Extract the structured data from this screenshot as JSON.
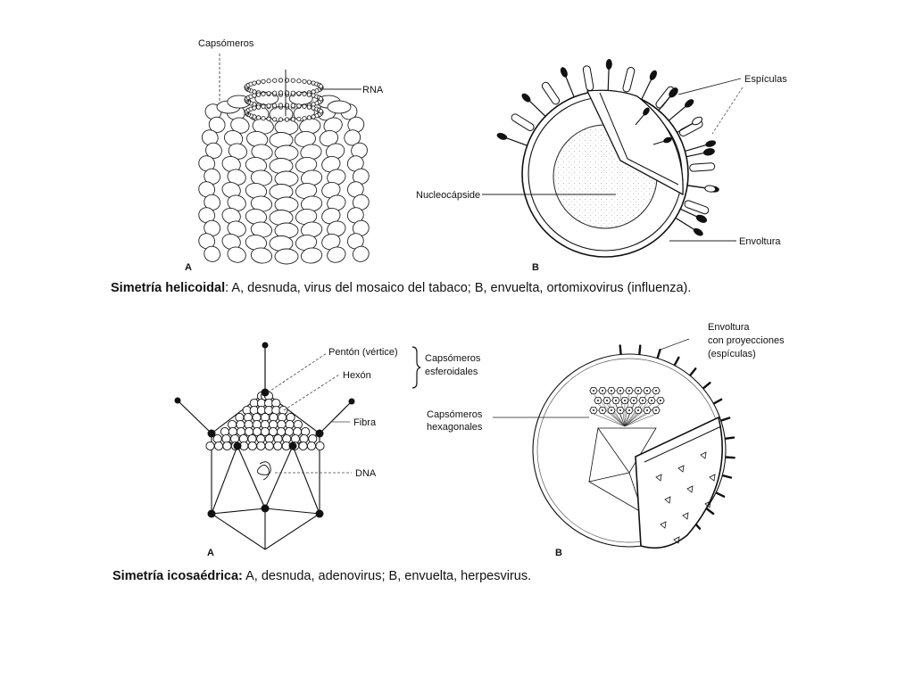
{
  "helical": {
    "panel_a": {
      "letter": "A",
      "labels": {
        "capsomeros": "Capsómeros",
        "rna": "RNA"
      }
    },
    "panel_b": {
      "letter": "B",
      "labels": {
        "espiculas": "Espículas",
        "nucleocapside": "Nucleocápside",
        "envoltura": "Envoltura"
      }
    },
    "caption": {
      "bold": "Simetría helicoidal",
      "text": ": A, desnuda, virus del mosaico del tabaco; B, envuelta, ortomixovirus (influenza)."
    }
  },
  "icosahedral": {
    "panel_a": {
      "letter": "A",
      "labels": {
        "penton": "Pentón (vértice)",
        "hexon": "Hexón",
        "capsomeros_esferoidales_1": "Capsómeros",
        "capsomeros_esferoidales_2": "esferoidales",
        "fibra": "Fibra",
        "dna": "DNA"
      }
    },
    "panel_b": {
      "letter": "B",
      "labels": {
        "envoltura_1": "Envoltura",
        "envoltura_2": "con proyecciones",
        "envoltura_3": "(espículas)",
        "capsomeros_hex_1": "Capsómeros",
        "capsomeros_hex_2": "hexagonales"
      }
    },
    "caption": {
      "bold": "Simetría icosaédrica:",
      "text": " A, desnuda, adenovirus; B, envuelta, herpesvirus."
    }
  }
}
